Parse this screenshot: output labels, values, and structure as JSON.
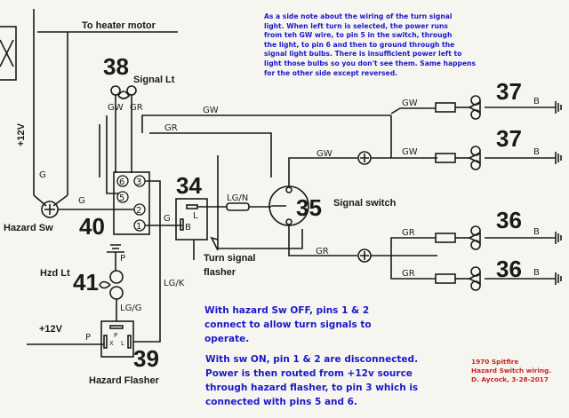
{
  "labels": {
    "heater_motor": "To heater motor",
    "plus12v_vertical": "+12V",
    "plus12v": "+12V",
    "signal_lt_num": "38",
    "signal_lt": "Signal Lt",
    "hazard_sw": "Hazard Sw",
    "hazard_sw_num": "40",
    "flasher_num": "34",
    "signal_switch_num": "35",
    "signal_switch": "Signal switch",
    "turn_signal": "Turn signal",
    "flasher": "flasher",
    "hzd_lt": "Hzd Lt",
    "hzd_lt_num": "41",
    "hazard_flasher_num": "39",
    "hazard_flasher": "Hazard Flasher",
    "front_lamp_num": "37",
    "rear_lamp_num": "36"
  },
  "pins": [
    "6",
    "3",
    "5",
    "2",
    "1"
  ],
  "wires": {
    "g": "G",
    "gw": "GW",
    "gr": "GR",
    "lgn": "LG/N",
    "lgk": "LG/K",
    "lgg": "LG/G",
    "p": "P",
    "b": "B",
    "l": "L",
    "x": "X"
  },
  "notes": {
    "side_note": [
      "As a side note about the wiring of the turn signal",
      "light. When left turn is selected, the power runs",
      "from teh GW wire, to pin 5 in the switch, through",
      "the light, to pin 6 and then to ground through the",
      "signal light bulbs. There is insufficient power left to",
      "light those bulbs so you don't see them. Same happens",
      "for the other side except reversed."
    ],
    "off_note": "With hazard Sw OFF, pins 1 & 2 connect to allow turn signals to operate.",
    "on_note": "With sw ON, pin 1 & 2 are disconnected. Power is then routed from +12v source through hazard flasher, to pin 3 which is connected with pins 5 and 6.",
    "credit": [
      "1970 Spitfire",
      "Hazard Switch wiring.",
      "D. Aycock, 3-28-2017"
    ]
  },
  "colors": {
    "note_blue": "#1a1acc",
    "credit_red": "#cc2222"
  }
}
